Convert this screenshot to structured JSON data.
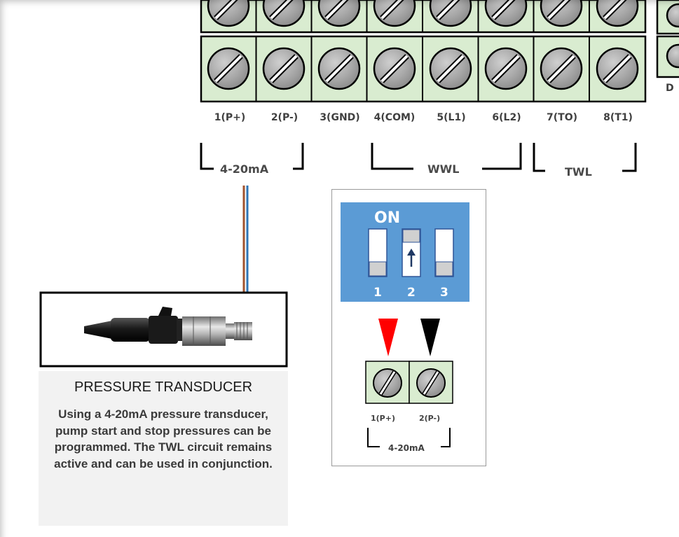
{
  "terminals": [
    {
      "label": "1(P+)"
    },
    {
      "label": "2(P-)"
    },
    {
      "label": "3(GND)"
    },
    {
      "label": "4(COM)"
    },
    {
      "label": "5(L1)"
    },
    {
      "label": "6(L2)"
    },
    {
      "label": "7(TO)"
    },
    {
      "label": "8(T1)"
    }
  ],
  "partial_terminal_label": "D",
  "brackets": {
    "analog": "4-20mA",
    "wwl": "WWL",
    "twl": "TWL"
  },
  "dip_switch": {
    "on_label": "ON",
    "switches": [
      {
        "number": "1",
        "state": "off"
      },
      {
        "number": "2",
        "state": "on"
      },
      {
        "number": "3",
        "state": "off"
      }
    ],
    "arrow_colors": [
      "#ff0000",
      "#000000"
    ],
    "mini_terminals": [
      "1(P+)",
      "2(P-)"
    ],
    "mini_bracket": "4-20mA"
  },
  "caption": {
    "title": "PRESSURE TRANSDUCER",
    "body": "Using a 4-20mA pressure transducer, pump start and stop pressures can be programmed. The TWL circuit remains active and can be used in conjunction."
  },
  "colors": {
    "terminal_fill": "#d9ecd0",
    "dip_background": "#5b9bd5",
    "wire_brown": "#a0522d",
    "wire_blue": "#2e75b6"
  }
}
